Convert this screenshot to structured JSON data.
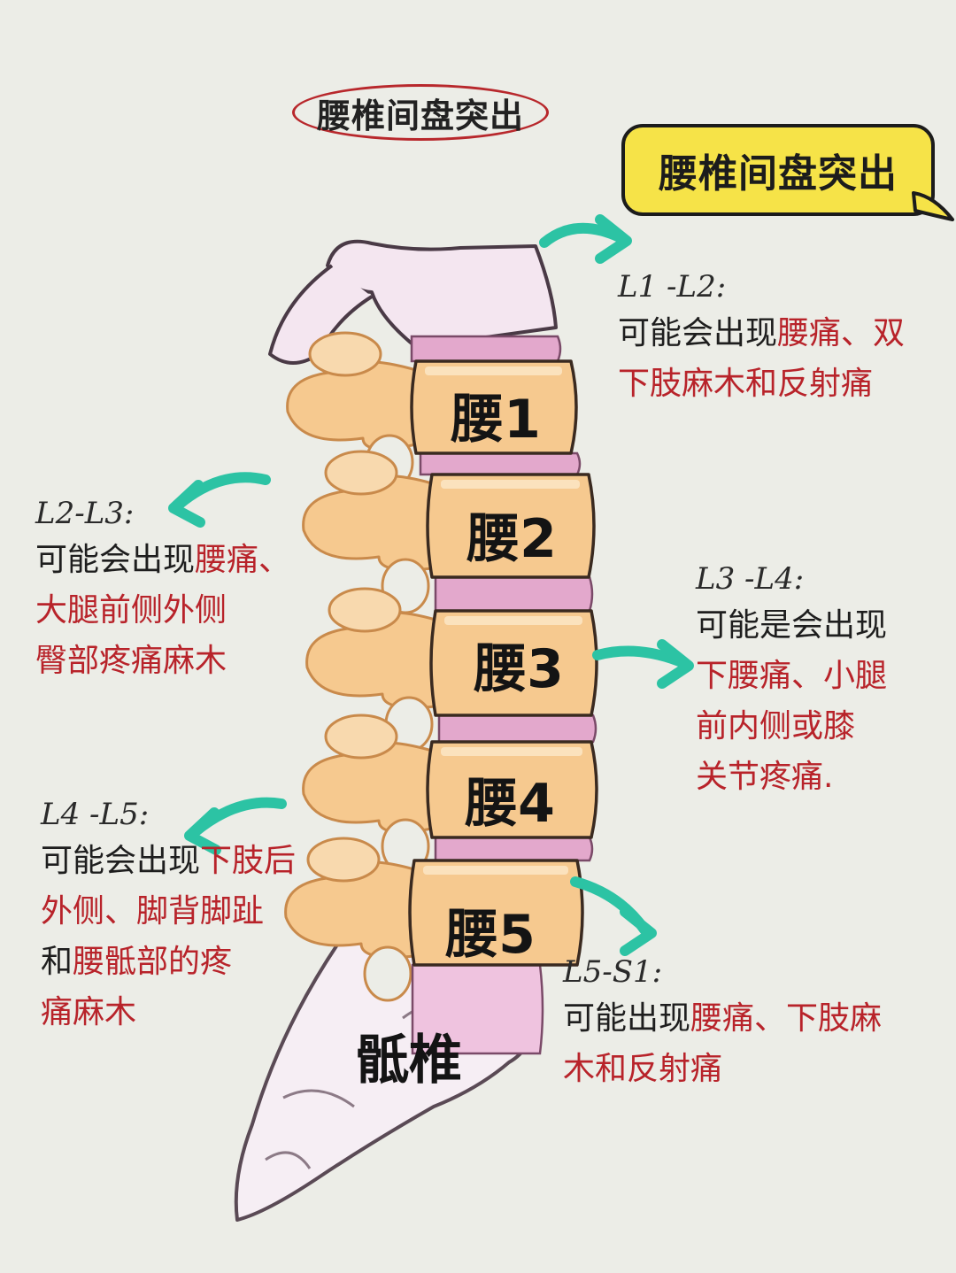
{
  "title_oval": "腰椎间盘突出",
  "title_bubble": "腰椎间盘突出",
  "vertebrae": [
    "腰1",
    "腰2",
    "腰3",
    "腰4",
    "腰5"
  ],
  "sacrum_label": "骶椎",
  "colors": {
    "background": "#ecede7",
    "bone": "#f6c98f",
    "bone_outline": "#c98a4b",
    "disc": "#e3a8cc",
    "teal_arrow": "#2cc3a4",
    "red_text": "#b8232a",
    "bubble_yellow": "#f6e348",
    "oval_red": "#b8282c"
  },
  "annotations": {
    "l1_l2": {
      "level": "L1 -L2:",
      "lines": [
        [
          {
            "t": "可能会出现",
            "c": "black"
          },
          {
            "t": "腰痛、双",
            "c": "red"
          }
        ],
        [
          {
            "t": "下肢麻木和反射痛",
            "c": "red"
          }
        ]
      ]
    },
    "l2_l3": {
      "level": "L2-L3:",
      "lines": [
        [
          {
            "t": "可能会出现",
            "c": "black"
          },
          {
            "t": "腰痛、",
            "c": "red"
          }
        ],
        [
          {
            "t": "大腿前侧外侧",
            "c": "red"
          }
        ],
        [
          {
            "t": "臀部疼痛麻木",
            "c": "red"
          }
        ]
      ]
    },
    "l3_l4": {
      "level": "L3 -L4:",
      "lines": [
        [
          {
            "t": "可能是会出现",
            "c": "black"
          }
        ],
        [
          {
            "t": "下腰痛、小腿",
            "c": "red"
          }
        ],
        [
          {
            "t": "前内侧或膝",
            "c": "red"
          }
        ],
        [
          {
            "t": "关节疼痛.",
            "c": "red"
          }
        ]
      ]
    },
    "l4_l5": {
      "level": "L4 -L5:",
      "lines": [
        [
          {
            "t": "可能会出现",
            "c": "black"
          },
          {
            "t": "下肢后",
            "c": "red"
          }
        ],
        [
          {
            "t": "外侧、脚背脚趾",
            "c": "red"
          }
        ],
        [
          {
            "t": "和",
            "c": "black"
          },
          {
            "t": "腰骶部的疼",
            "c": "red"
          }
        ],
        [
          {
            "t": "痛麻木",
            "c": "red"
          }
        ]
      ]
    },
    "l5_s1": {
      "level": "L5-S1:",
      "lines": [
        [
          {
            "t": "可能出现",
            "c": "black"
          },
          {
            "t": "腰痛、下肢麻",
            "c": "red"
          }
        ],
        [
          {
            "t": "木和反射痛",
            "c": "red"
          }
        ]
      ]
    }
  }
}
